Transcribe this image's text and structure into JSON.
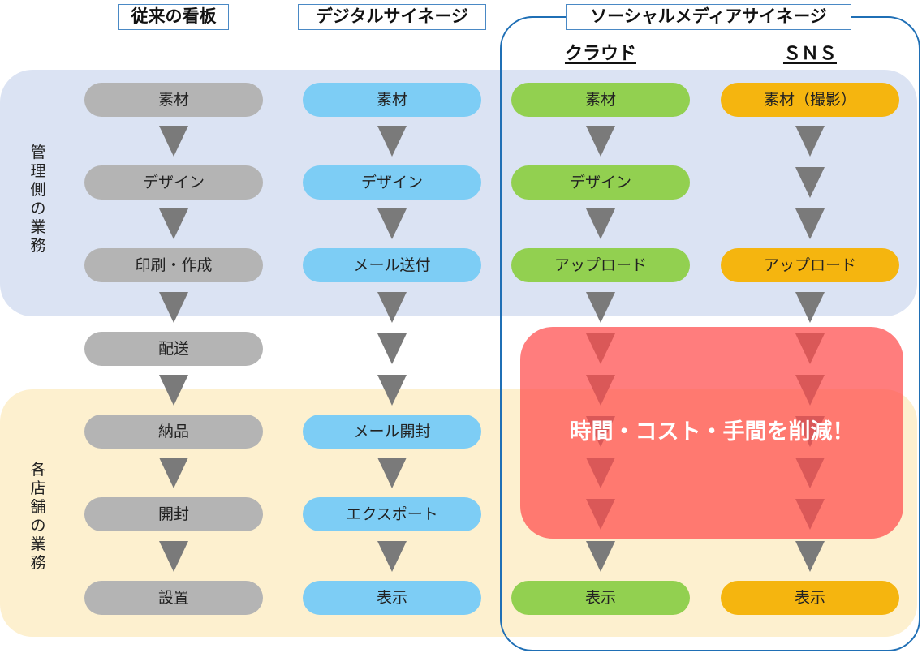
{
  "columns": {
    "traditional": {
      "title": "従来の看板",
      "steps": [
        "素材",
        "デザイン",
        "印刷・作成",
        "配送",
        "納品",
        "開封",
        "設置"
      ]
    },
    "digital": {
      "title": "デジタルサイネージ",
      "steps": [
        "素材",
        "デザイン",
        "メール送付",
        "メール開封",
        "エクスポート",
        "表示"
      ]
    },
    "social": {
      "title": "ソーシャルメディアサイネージ",
      "cloud": {
        "title": "クラウド",
        "steps": [
          "素材",
          "デザイン",
          "アップロード",
          "表示"
        ]
      },
      "sns": {
        "title": "ＳＮＳ",
        "steps": [
          "素材（撮影）",
          "アップロード",
          "表示"
        ]
      }
    }
  },
  "bands": {
    "admin": "管理側の業務",
    "store": "各店舗の業務"
  },
  "highlight": "時間・コスト・手間を削減！",
  "colors": {
    "traditional": "#b4b4b4",
    "digital": "#7dcdf5",
    "cloud": "#92d050",
    "sns": "#f5b50f",
    "arrow": "#7a7a7a",
    "admin_band": "#dbe3f3",
    "store_band": "#fdf0cf",
    "frame": "#1f6fb5",
    "highlight": "#ff4b4b"
  }
}
